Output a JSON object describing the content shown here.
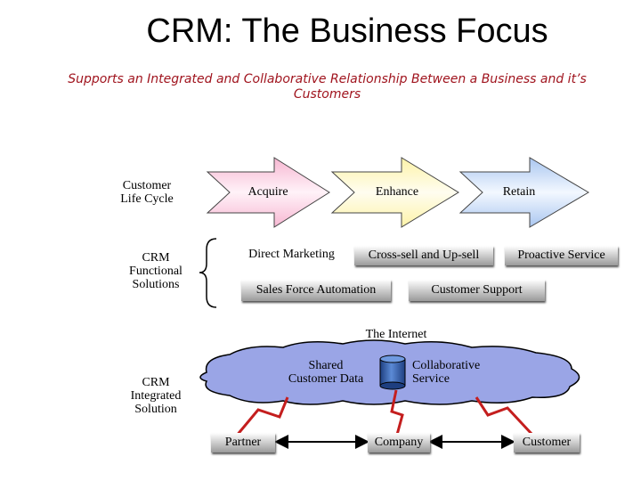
{
  "title": "CRM: The Business Focus",
  "subtitle": "Supports an Integrated and Collaborative Relationship Between a Business and it’s Customers",
  "row_labels": {
    "life_cycle": "Customer\nLife Cycle",
    "functional": "CRM\nFunctional\nSolutions",
    "integrated": "CRM\nIntegrated\nSolution"
  },
  "stages": {
    "acquire": "Acquire",
    "enhance": "Enhance",
    "retain": "Retain"
  },
  "functions": {
    "direct_marketing": "Direct Marketing",
    "cross_sell": "Cross-sell and Up-sell",
    "proactive_service": "Proactive Service",
    "sales_force": "Sales Force Automation",
    "customer_support": "Customer Support"
  },
  "integrated": {
    "internet": "The Internet",
    "shared_data": "Shared\nCustomer Data",
    "collab_service": "Collaborative\nService",
    "partner": "Partner",
    "company": "Company",
    "customer": "Customer"
  },
  "colors": {
    "title_sub": "#a0141e",
    "arrow_acquire": "#f7b7d2",
    "arrow_enhance": "#fdf3a8",
    "arrow_retain": "#a9c6f0",
    "cloud": "#9aa5e6",
    "bolt": "#c41e1e",
    "cylinder": "#2d5fb0"
  }
}
